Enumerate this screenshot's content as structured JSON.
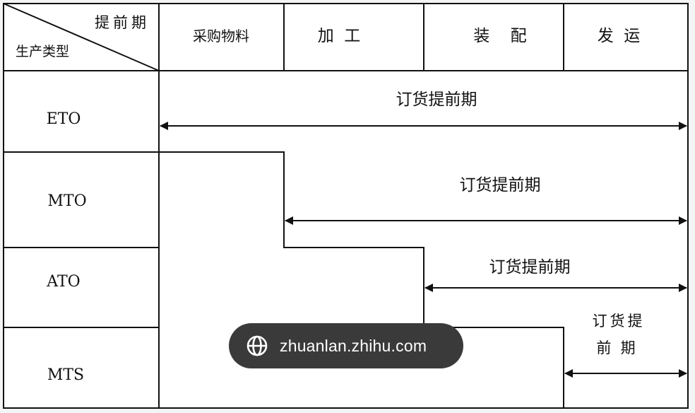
{
  "header": {
    "diagonal_top": "提前期",
    "diagonal_bottom": "生产类型",
    "phases": [
      "采购物料",
      "加  工",
      "装    配",
      "发  运"
    ]
  },
  "rows": [
    {
      "type": "ETO",
      "label": "订货提前期"
    },
    {
      "type": "MTO",
      "label": "订货提前期"
    },
    {
      "type": "ATO",
      "label": "订货提前期"
    },
    {
      "type": "MTS",
      "label_line1": "订货提",
      "label_line2": "前  期"
    }
  ],
  "watermark": {
    "text": "zhuanlan.zhihu.com",
    "icon": "globe-icon"
  }
}
